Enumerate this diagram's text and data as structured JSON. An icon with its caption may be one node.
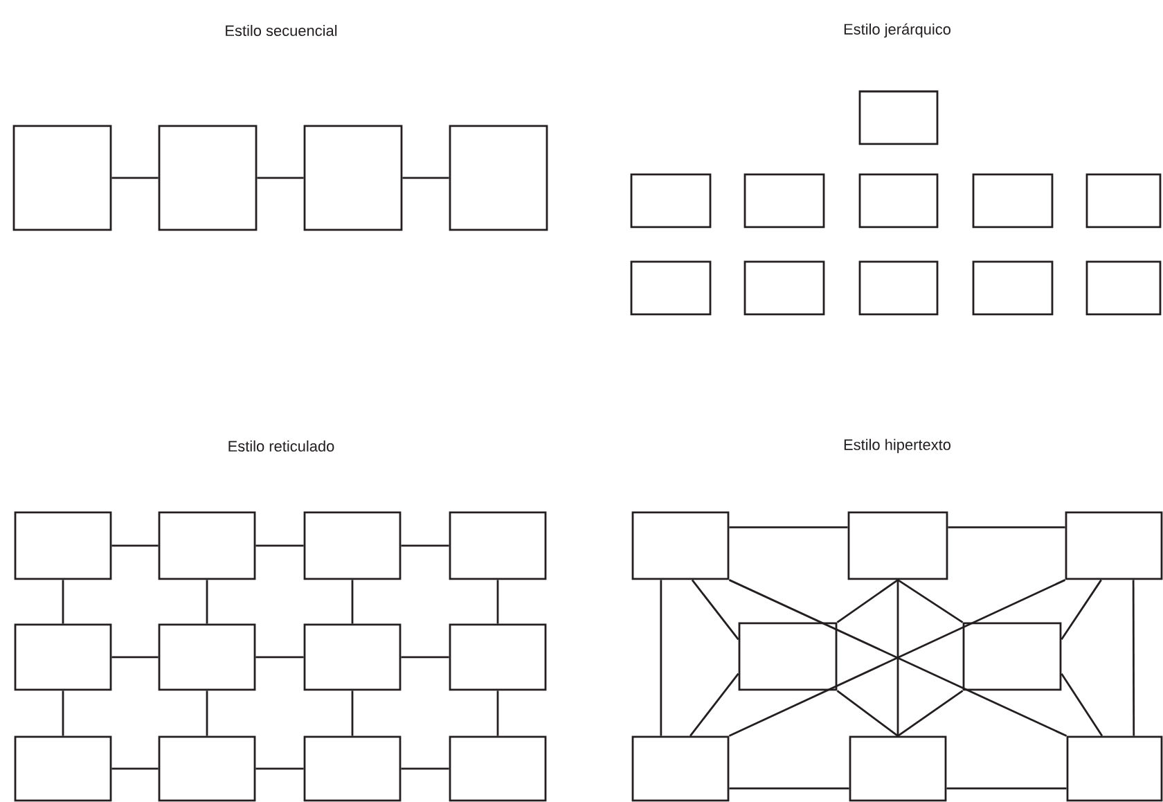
{
  "diagram": {
    "nodes": [
      {
        "text": [],
        "shape": "box"
      },
      {
        "text": [],
        "shape": "box"
      },
      {
        "text": [],
        "shape": "box"
      },
      {
        "text": [],
        "shape": "box"
      },
      {
        "text": [],
        "shape": "box"
      },
      {
        "text": [],
        "shape": "box"
      },
      {
        "text": [],
        "shape": "box"
      },
      {
        "text": [],
        "shape": "box"
      },
      {
        "text": [],
        "shape": "box"
      },
      {
        "text": [],
        "shape": "box"
      },
      {
        "text": [],
        "shape": "box"
      },
      {
        "text": [],
        "shape": "box"
      },
      {
        "text": [],
        "shape": "box"
      },
      {
        "text": [],
        "shape": "box"
      },
      {
        "text": [],
        "shape": "box"
      },
      {
        "text": [],
        "shape": "box"
      },
      {
        "text": [],
        "shape": "box"
      },
      {
        "text": [],
        "shape": "box"
      },
      {
        "text": [],
        "shape": "box"
      },
      {
        "text": [],
        "shape": "box"
      },
      {
        "text": [],
        "shape": "box"
      },
      {
        "text": [],
        "shape": "box"
      },
      {
        "text": [],
        "shape": "box"
      },
      {
        "text": [],
        "shape": "box"
      },
      {
        "text": [],
        "shape": "box"
      },
      {
        "text": [],
        "shape": "box"
      },
      {
        "text": [],
        "shape": "box"
      },
      {
        "text": [],
        "shape": "box"
      },
      {
        "text": [],
        "shape": "box"
      },
      {
        "text": [],
        "shape": "box"
      },
      {
        "text": [],
        "shape": "box"
      },
      {
        "text": [],
        "shape": "box"
      },
      {
        "text": [],
        "shape": "box"
      },
      {
        "text": [],
        "shape": "box"
      },
      {
        "text": [],
        "shape": "box"
      }
    ],
    "edges": [
      {
        "from": 0,
        "to": 1,
        "arrow": "none"
      },
      {
        "from": 1,
        "to": 2,
        "arrow": "none"
      },
      {
        "from": 2,
        "to": 3,
        "arrow": "none"
      },
      {
        "from": 15,
        "to": 16,
        "arrow": "none"
      },
      {
        "from": 16,
        "to": 17,
        "arrow": "none"
      },
      {
        "from": 17,
        "to": 18,
        "arrow": "none"
      },
      {
        "from": 15,
        "to": 19,
        "arrow": "none"
      },
      {
        "from": 16,
        "to": 20,
        "arrow": "none"
      },
      {
        "from": 17,
        "to": 21,
        "arrow": "none"
      },
      {
        "from": 18,
        "to": 22,
        "arrow": "none"
      },
      {
        "from": 19,
        "to": 20,
        "arrow": "none"
      },
      {
        "from": 20,
        "to": 21,
        "arrow": "none"
      },
      {
        "from": 21,
        "to": 22,
        "arrow": "none"
      },
      {
        "from": 19,
        "to": 23,
        "arrow": "none"
      },
      {
        "from": 20,
        "to": 24,
        "arrow": "none"
      },
      {
        "from": 21,
        "to": 25,
        "arrow": "none"
      },
      {
        "from": 22,
        "to": 26,
        "arrow": "none"
      },
      {
        "from": 23,
        "to": 24,
        "arrow": "none"
      },
      {
        "from": 24,
        "to": 25,
        "arrow": "none"
      },
      {
        "from": 25,
        "to": 26,
        "arrow": "none"
      },
      {
        "from": 27,
        "to": 28,
        "arrow": "none"
      },
      {
        "from": 28,
        "to": 29,
        "arrow": "none"
      },
      {
        "from": 27,
        "to": 32,
        "arrow": "none"
      },
      {
        "from": 27,
        "to": 30,
        "arrow": "none"
      },
      {
        "from": 27,
        "to": 34,
        "arrow": "none"
      },
      {
        "from": 28,
        "to": 30,
        "arrow": "none"
      },
      {
        "from": 28,
        "to": 33,
        "arrow": "none"
      },
      {
        "from": 28,
        "to": 31,
        "arrow": "none"
      },
      {
        "from": 29,
        "to": 31,
        "arrow": "none"
      },
      {
        "from": 29,
        "to": 32,
        "arrow": "none"
      },
      {
        "from": 29,
        "to": 34,
        "arrow": "none"
      },
      {
        "from": 32,
        "to": 30,
        "arrow": "none"
      },
      {
        "from": 33,
        "to": 30,
        "arrow": "none"
      },
      {
        "from": 33,
        "to": 31,
        "arrow": "none"
      },
      {
        "from": 34,
        "to": 31,
        "arrow": "none"
      },
      {
        "from": 32,
        "to": 33,
        "arrow": "none"
      },
      {
        "from": 33,
        "to": 34,
        "arrow": "none"
      }
    ],
    "labels": [
      "Estilo secuencial",
      "Estilo jerárquico",
      "Estilo reticulado",
      "Estilo hipertexto"
    ]
  }
}
